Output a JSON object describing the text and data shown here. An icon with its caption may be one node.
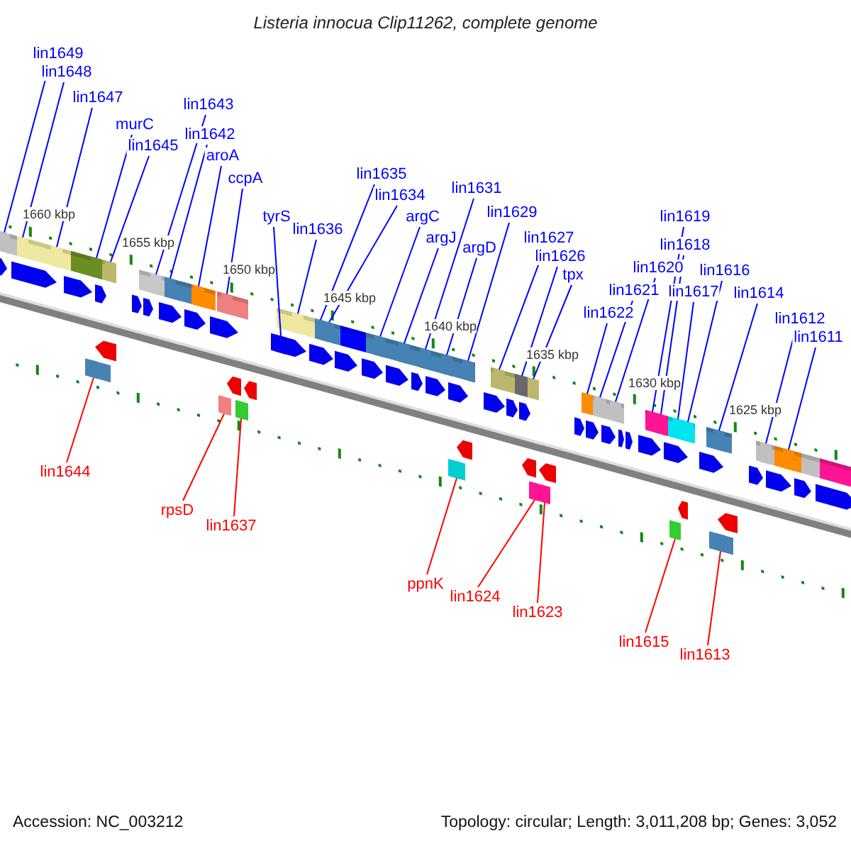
{
  "diagram": {
    "title": "Listeria innocua Clip11262, complete genome",
    "nodes": [
      {
        "text": [
          "lin1649"
        ]
      },
      {
        "text": [
          "lin1648"
        ]
      },
      {
        "text": [
          "lin1647"
        ]
      },
      {
        "text": [
          "murC"
        ]
      },
      {
        "text": [
          "lin1645"
        ]
      },
      {
        "text": [
          "lin1643"
        ]
      },
      {
        "text": [
          "lin1642"
        ]
      },
      {
        "text": [
          "aroA"
        ]
      },
      {
        "text": [
          "ccpA"
        ]
      },
      {
        "text": [
          "tyrS"
        ]
      },
      {
        "text": [
          "lin1636"
        ]
      },
      {
        "text": [
          "lin1635"
        ]
      },
      {
        "text": [
          "lin1634"
        ]
      },
      {
        "text": [
          "argC"
        ]
      },
      {
        "text": [
          "argJ"
        ]
      },
      {
        "text": [
          "lin1631"
        ]
      },
      {
        "text": [
          "argD"
        ]
      },
      {
        "text": [
          "lin1629"
        ]
      },
      {
        "text": [
          "lin1627"
        ]
      },
      {
        "text": [
          "lin1626"
        ]
      },
      {
        "text": [
          "tpx"
        ]
      },
      {
        "text": [
          "lin1622"
        ]
      },
      {
        "text": [
          "lin1621"
        ]
      },
      {
        "text": [
          "lin1620"
        ]
      },
      {
        "text": [
          "lin1619"
        ]
      },
      {
        "text": [
          "lin1618"
        ]
      },
      {
        "text": [
          "lin1617"
        ]
      },
      {
        "text": [
          "lin1616"
        ]
      },
      {
        "text": [
          "lin1614"
        ]
      },
      {
        "text": [
          "lin1612"
        ]
      },
      {
        "text": [
          "lin1611"
        ]
      },
      {
        "text": [
          "lin1644"
        ]
      },
      {
        "text": [
          "rpsD"
        ]
      },
      {
        "text": [
          "lin1637"
        ]
      },
      {
        "text": [
          "ppnK"
        ]
      },
      {
        "text": [
          "lin1624"
        ]
      },
      {
        "text": [
          "lin1623"
        ]
      },
      {
        "text": [
          "lin1615"
        ]
      },
      {
        "text": [
          "lin1613"
        ]
      },
      {
        "text": [],
        "shape": "box"
      },
      {
        "text": [],
        "shape": "box"
      },
      {
        "text": [],
        "shape": "box"
      },
      {
        "text": [],
        "shape": "box"
      },
      {
        "text": [],
        "shape": "box"
      },
      {
        "text": [],
        "shape": "box"
      },
      {
        "text": [],
        "shape": "box"
      },
      {
        "text": [],
        "shape": "box"
      },
      {
        "text": [],
        "shape": "box"
      },
      {
        "text": [],
        "shape": "box"
      },
      {
        "text": [],
        "shape": "box"
      },
      {
        "text": [],
        "shape": "box"
      },
      {
        "text": [],
        "shape": "box"
      },
      {
        "text": [],
        "shape": "box"
      },
      {
        "text": [],
        "shape": "box"
      },
      {
        "text": [],
        "shape": "box"
      },
      {
        "text": [],
        "shape": "box"
      },
      {
        "text": [],
        "shape": "box"
      },
      {
        "text": [],
        "shape": "box"
      },
      {
        "text": [],
        "shape": "box"
      },
      {
        "text": [],
        "shape": "box"
      },
      {
        "text": [],
        "shape": "box"
      },
      {
        "text": [],
        "shape": "box"
      },
      {
        "text": [],
        "shape": "box"
      },
      {
        "text": [],
        "shape": "box"
      },
      {
        "text": [],
        "shape": "box"
      },
      {
        "text": [],
        "shape": "box"
      },
      {
        "text": [],
        "shape": "box"
      },
      {
        "text": [],
        "shape": "box"
      },
      {
        "text": [],
        "shape": "box"
      },
      {
        "text": [],
        "shape": "box"
      },
      {
        "text": [],
        "shape": "box"
      },
      {
        "text": [],
        "shape": "box"
      },
      {
        "text": [],
        "shape": "box"
      },
      {
        "text": [],
        "shape": "box"
      },
      {
        "text": [],
        "shape": "box"
      },
      {
        "text": [],
        "shape": "box"
      },
      {
        "text": [],
        "shape": "box"
      },
      {
        "text": [],
        "shape": "box"
      }
    ],
    "edges": [
      {
        "from": 0,
        "to": 39,
        "arrow": "none"
      },
      {
        "from": 1,
        "to": 40,
        "arrow": "none"
      },
      {
        "from": 2,
        "to": 41,
        "arrow": "none"
      },
      {
        "from": 3,
        "to": 42,
        "arrow": "none"
      },
      {
        "from": 4,
        "to": 43,
        "arrow": "none"
      },
      {
        "from": 5,
        "to": 44,
        "arrow": "none"
      },
      {
        "from": 6,
        "to": 45,
        "arrow": "none"
      },
      {
        "from": 7,
        "to": 46,
        "arrow": "none"
      },
      {
        "from": 8,
        "to": 47,
        "arrow": "none"
      },
      {
        "from": 9,
        "to": 48,
        "arrow": "none"
      },
      {
        "from": 10,
        "to": 49,
        "arrow": "none"
      },
      {
        "from": 11,
        "to": 50,
        "arrow": "none"
      },
      {
        "from": 12,
        "to": 51,
        "arrow": "none"
      },
      {
        "from": 13,
        "to": 52,
        "arrow": "none"
      },
      {
        "from": 14,
        "to": 53,
        "arrow": "none"
      },
      {
        "from": 15,
        "to": 54,
        "arrow": "none"
      },
      {
        "from": 16,
        "to": 55,
        "arrow": "none"
      },
      {
        "from": 17,
        "to": 56,
        "arrow": "none"
      },
      {
        "from": 18,
        "to": 57,
        "arrow": "none"
      },
      {
        "from": 19,
        "to": 58,
        "arrow": "none"
      },
      {
        "from": 20,
        "to": 59,
        "arrow": "none"
      },
      {
        "from": 21,
        "to": 60,
        "arrow": "none"
      },
      {
        "from": 22,
        "to": 61,
        "arrow": "none"
      },
      {
        "from": 23,
        "to": 62,
        "arrow": "none"
      },
      {
        "from": 24,
        "to": 63,
        "arrow": "none"
      },
      {
        "from": 25,
        "to": 64,
        "arrow": "none"
      },
      {
        "from": 26,
        "to": 65,
        "arrow": "none"
      },
      {
        "from": 27,
        "to": 66,
        "arrow": "none"
      },
      {
        "from": 28,
        "to": 67,
        "arrow": "none"
      },
      {
        "from": 29,
        "to": 68,
        "arrow": "none"
      },
      {
        "from": 30,
        "to": 69,
        "arrow": "none"
      },
      {
        "from": 31,
        "to": 70,
        "arrow": "none",
        "color": "#ff0000"
      },
      {
        "from": 32,
        "to": 71,
        "arrow": "none",
        "color": "#ff0000"
      },
      {
        "from": 33,
        "to": 72,
        "arrow": "none",
        "color": "#ff0000"
      },
      {
        "from": 34,
        "to": 73,
        "arrow": "none",
        "color": "#ff0000"
      },
      {
        "from": 35,
        "to": 74,
        "arrow": "none",
        "color": "#ff0000"
      },
      {
        "from": 36,
        "to": 75,
        "arrow": "none",
        "color": "#ff0000"
      },
      {
        "from": 37,
        "to": 76,
        "arrow": "none",
        "color": "#ff0000"
      },
      {
        "from": 38,
        "to": 77,
        "arrow": "none",
        "color": "#ff0000"
      }
    ],
    "labels": [
      "1660 kbp",
      "1655 kbp",
      "1650 kbp",
      "1645 kbp",
      "1640 kbp",
      "1635 kbp",
      "1630 kbp",
      "1625 kbp",
      "Accession: NC_003212",
      "Topology: circular; Length: 3,011,208 bp; Genes: 3,052"
    ]
  }
}
